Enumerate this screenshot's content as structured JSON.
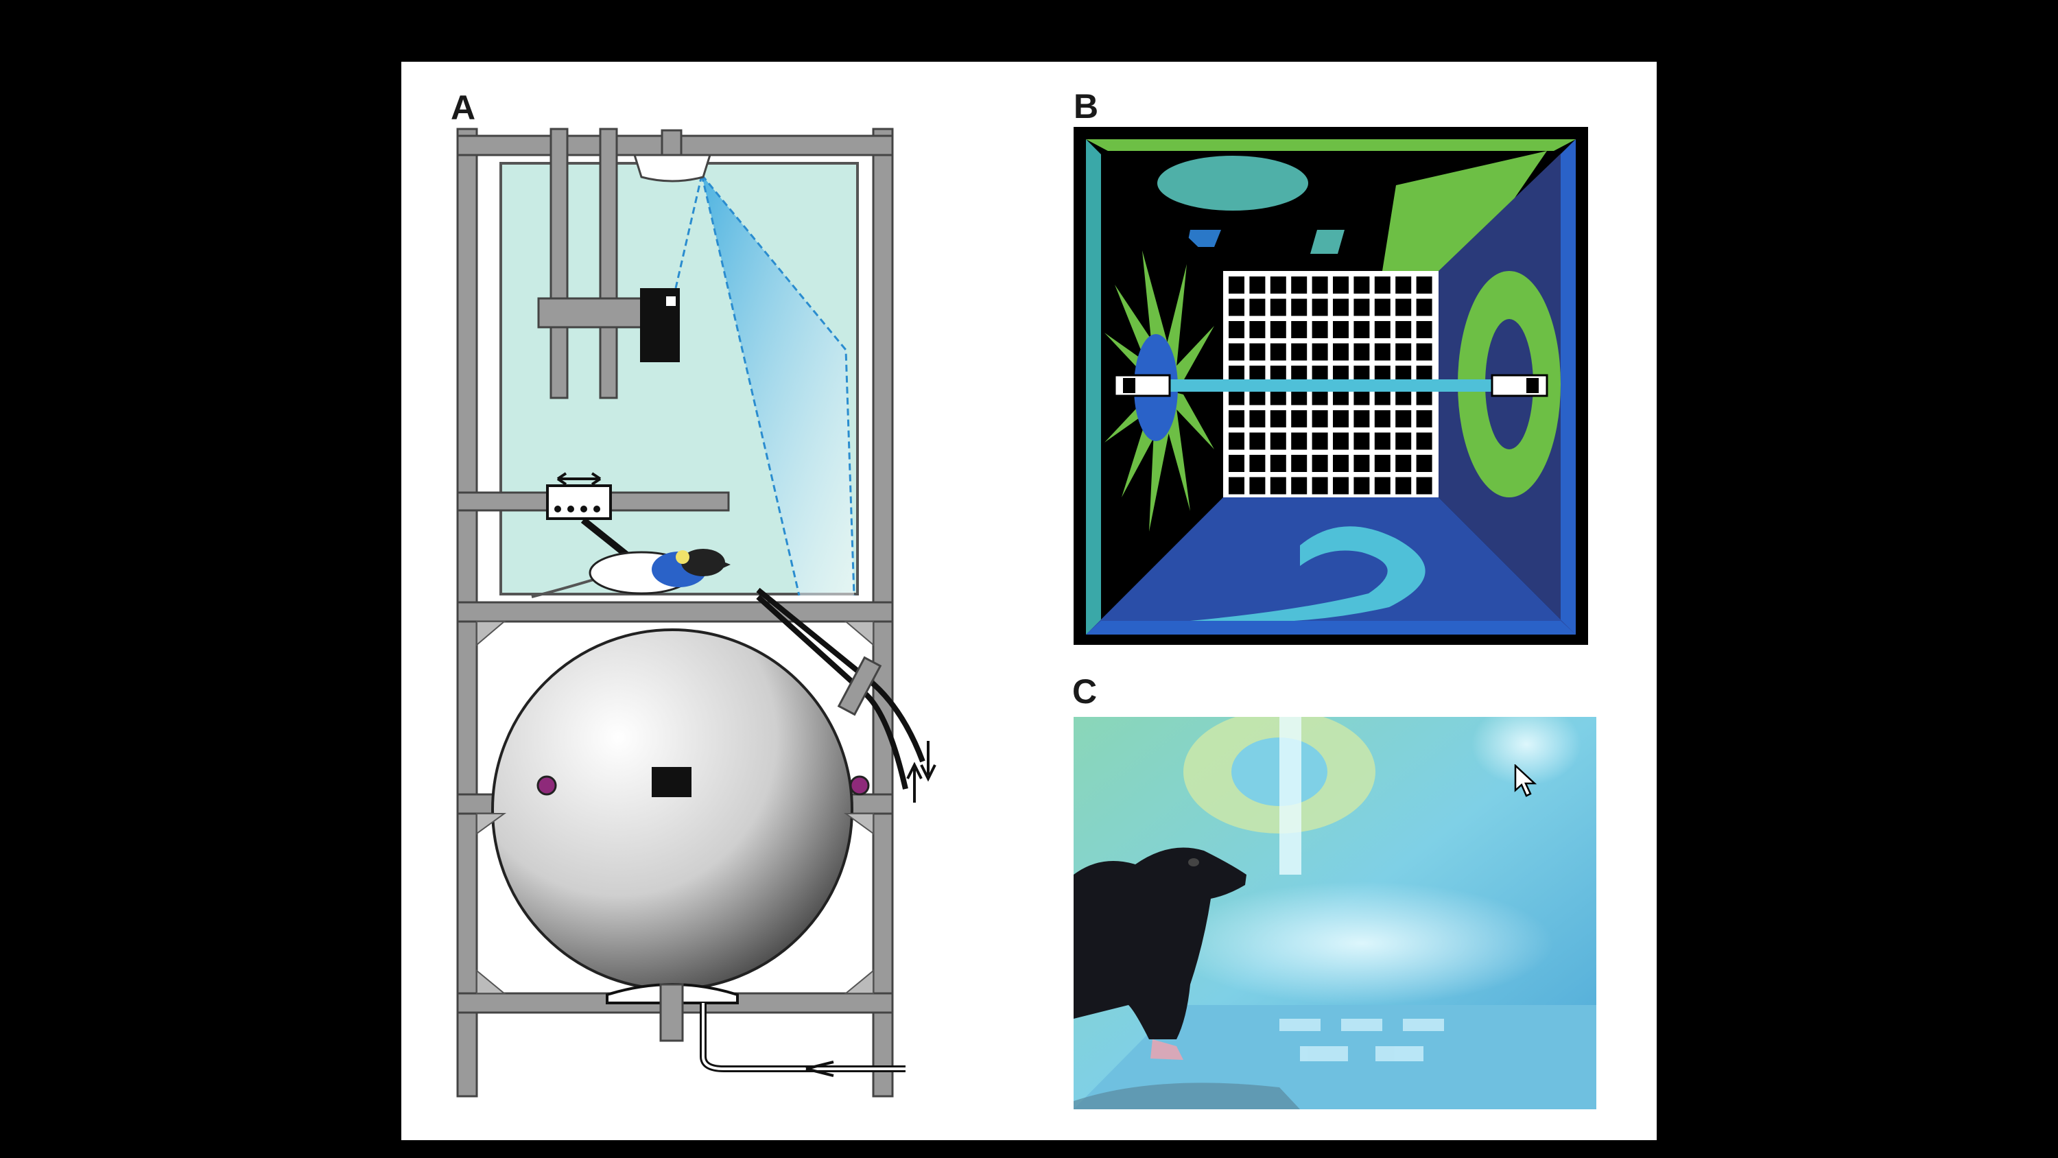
{
  "figure": {
    "panel_labels": {
      "a": "A",
      "b": "B",
      "c": "C"
    }
  },
  "colors": {
    "background": "#000000",
    "panel": "#ffffff",
    "enclosure": "#c9ebe4",
    "frame": "#9a9a9a",
    "grid_floor": "#000000",
    "green": "#6dbf45",
    "teal": "#3aa8a8",
    "blue": "#2a4ea8",
    "photo_cyan": "#7fd0e6"
  },
  "icons": {
    "cursor": "mouse-pointer-icon"
  }
}
